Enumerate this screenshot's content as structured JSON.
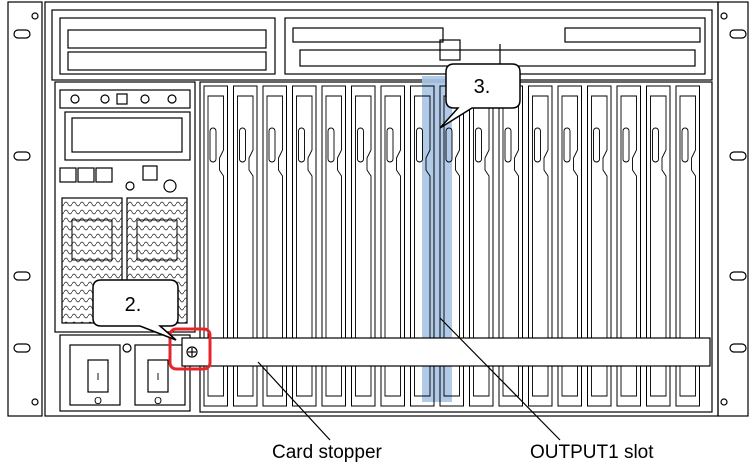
{
  "callouts": {
    "step3": "3.",
    "step2": "2."
  },
  "labels": {
    "card_stopper": "Card stopper",
    "output1_slot": "OUTPUT1 slot"
  },
  "switches": {
    "left_top": "I",
    "left_bottom": "O",
    "right_top": "I",
    "right_bottom": "O"
  },
  "colors": {
    "highlight_slot": "#a9c4e6",
    "highlight_box": "#e8242b",
    "line": "#000000"
  }
}
